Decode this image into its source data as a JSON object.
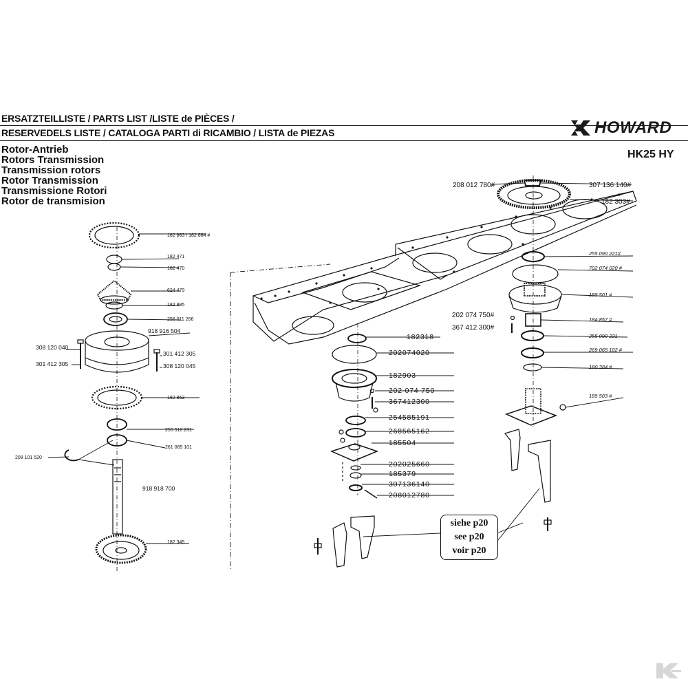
{
  "header": {
    "line1": "ERSATZTEILLISTE / PARTS LIST /LISTE de PIÈCES /",
    "line2": "RESERVEDELS LISTE / CATALOGA PARTI di RICAMBIO / LISTA de PIEZAS"
  },
  "brand": {
    "name": "HOWARD"
  },
  "model": "HK25 HY",
  "section_titles": [
    "Rotor-Antrieb",
    "Rotors Transmission",
    "Transmission rotors",
    "Rotor Transmission",
    "Transmissione Rotori",
    "Rotor de transmision"
  ],
  "left_parts": [
    "182 863 / 182 864 #",
    "182 471",
    "182 470",
    "624 479",
    "182 885",
    "256 011 266",
    "918 916 504",
    "308 120 040",
    "301 412 305",
    "301 412 305",
    "308 120 045",
    "182 863",
    "255 510 231",
    "261 065 101",
    "208 101 520",
    "918 918 700",
    "182 345"
  ],
  "middle_parts": [
    "182318",
    "202074020",
    "182903",
    "202 074 750",
    "367412300",
    "254585191",
    "268565162",
    "185504",
    "202025660",
    "185379",
    "307136140",
    "208012780"
  ],
  "right_parts": [
    "208 012 780#",
    "307 136 140#",
    "182 303#",
    "255 090 221#",
    "702 074 020 #",
    "185 501 #",
    "202 074 750#",
    "367 412 300#",
    "184 857 #",
    "255 090 221",
    "269 065 102 #",
    "180 384 #",
    "185 503 #"
  ],
  "see_box": {
    "line1": "siehe p20",
    "line2": "see p20",
    "line3": "voir p20"
  },
  "colors": {
    "ink": "#111111",
    "paper": "#ffffff"
  }
}
